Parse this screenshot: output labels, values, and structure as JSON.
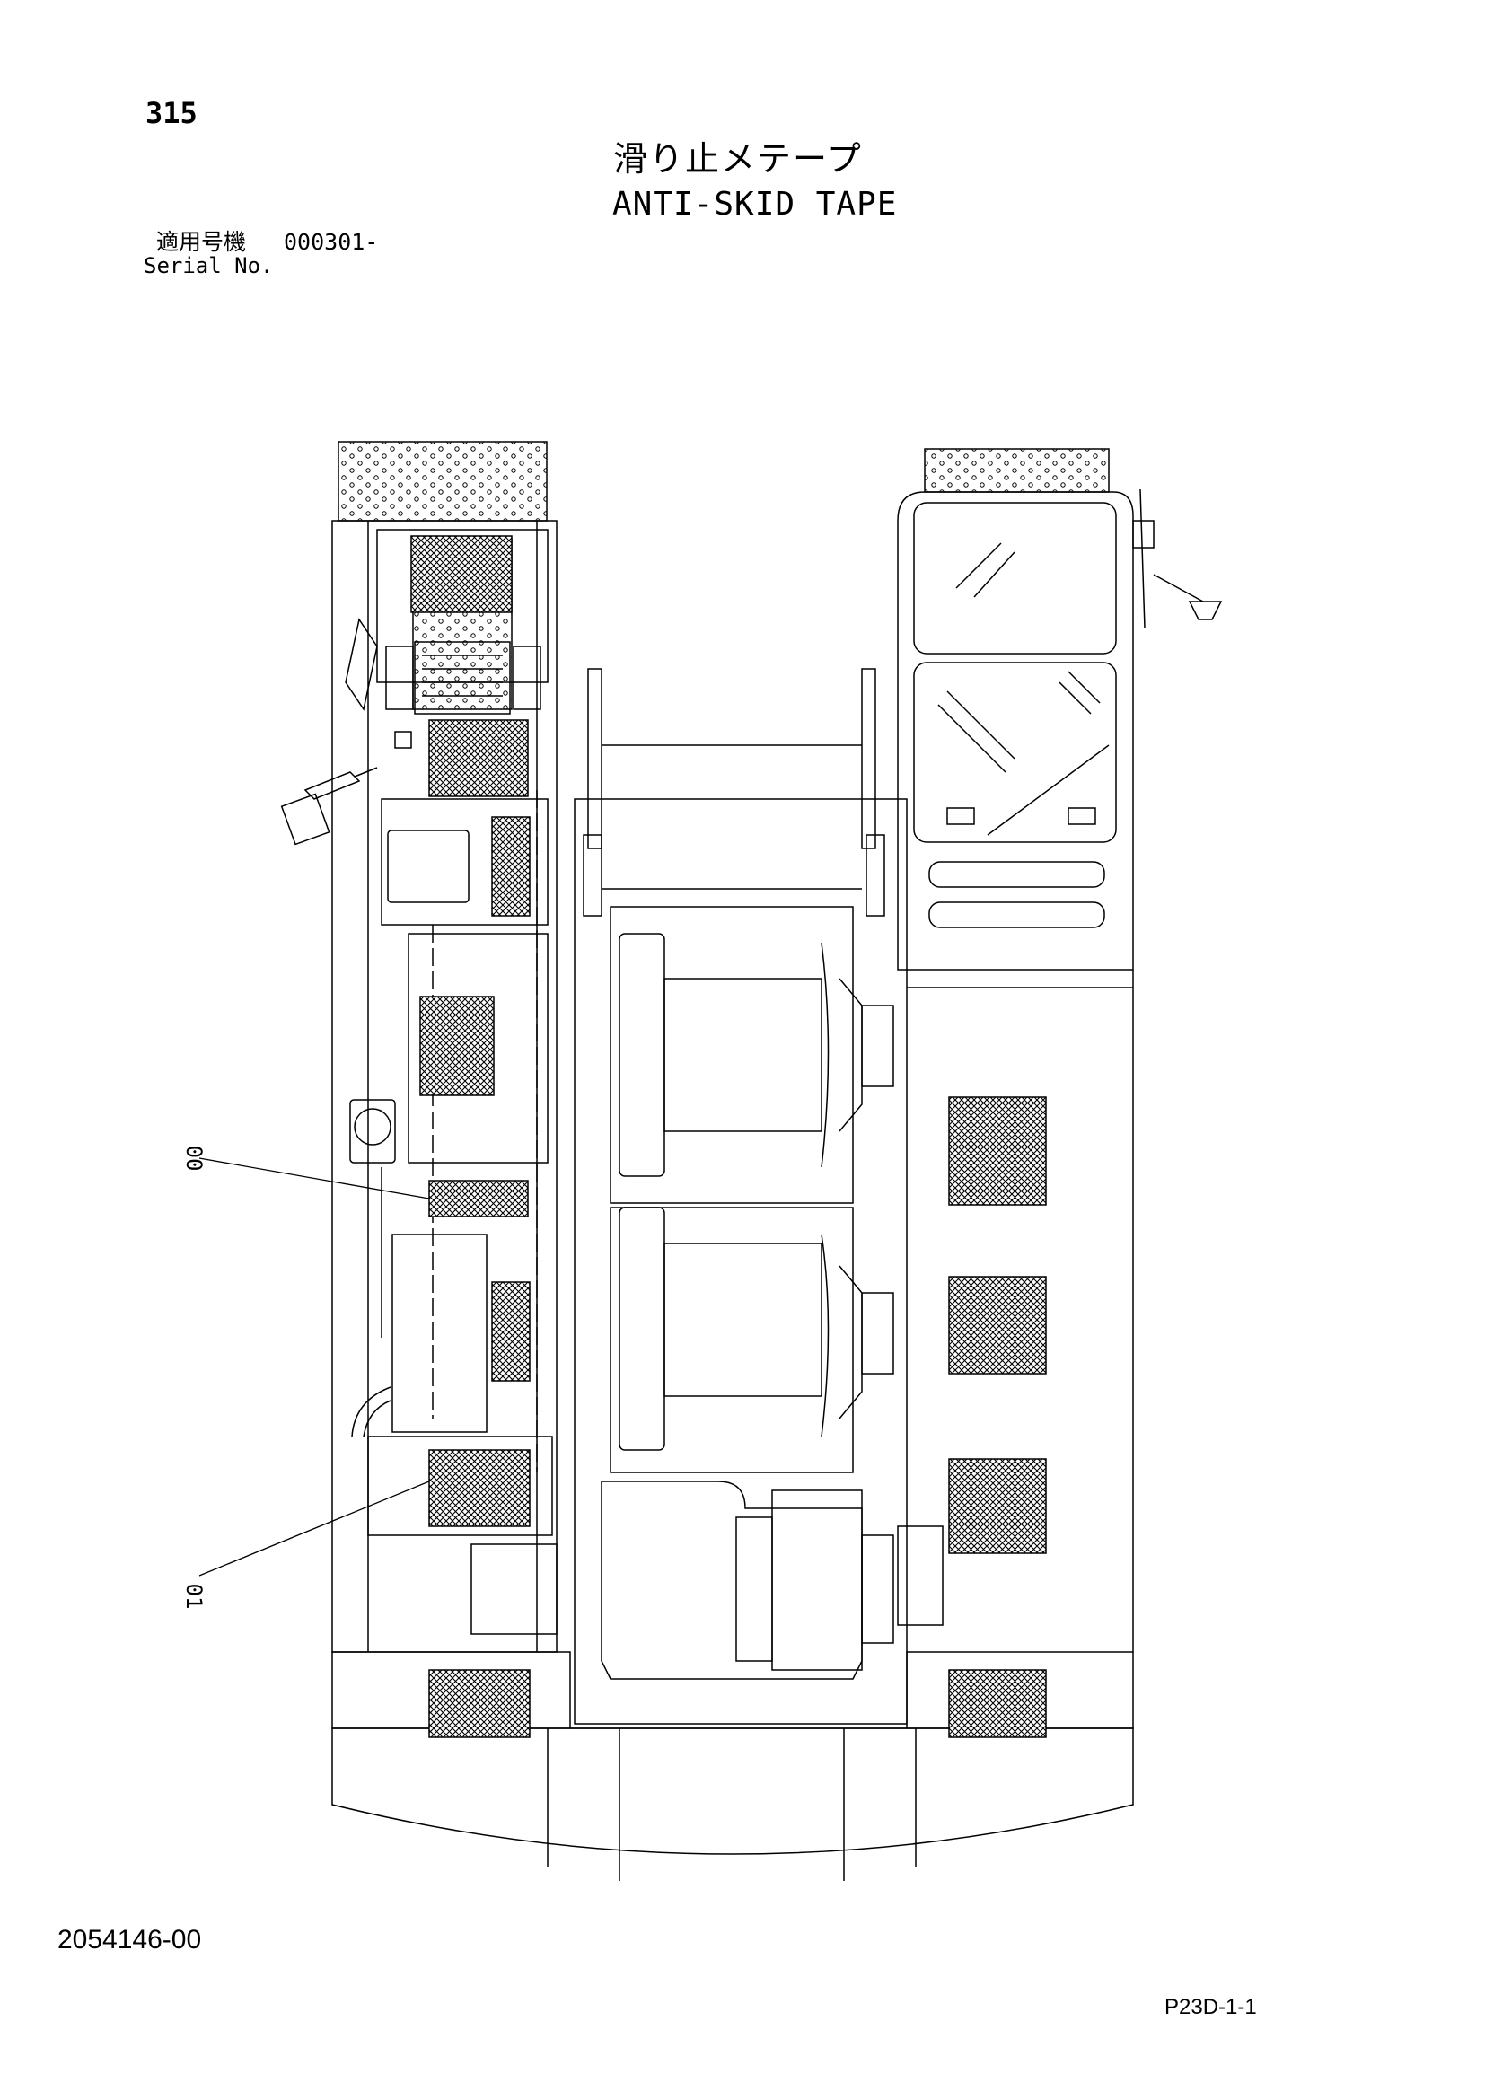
{
  "header": {
    "page_number": "315",
    "title_jp": "滑り止メテープ",
    "title_en": "ANTI-SKID TAPE",
    "serial_label_jp": "適用号機",
    "serial_value": "000301-",
    "serial_label_en": "Serial No."
  },
  "callouts": {
    "part_00": "00",
    "part_01": "01"
  },
  "footer": {
    "doc_number": "2054146-00",
    "page_code": "P23D-1-1"
  }
}
